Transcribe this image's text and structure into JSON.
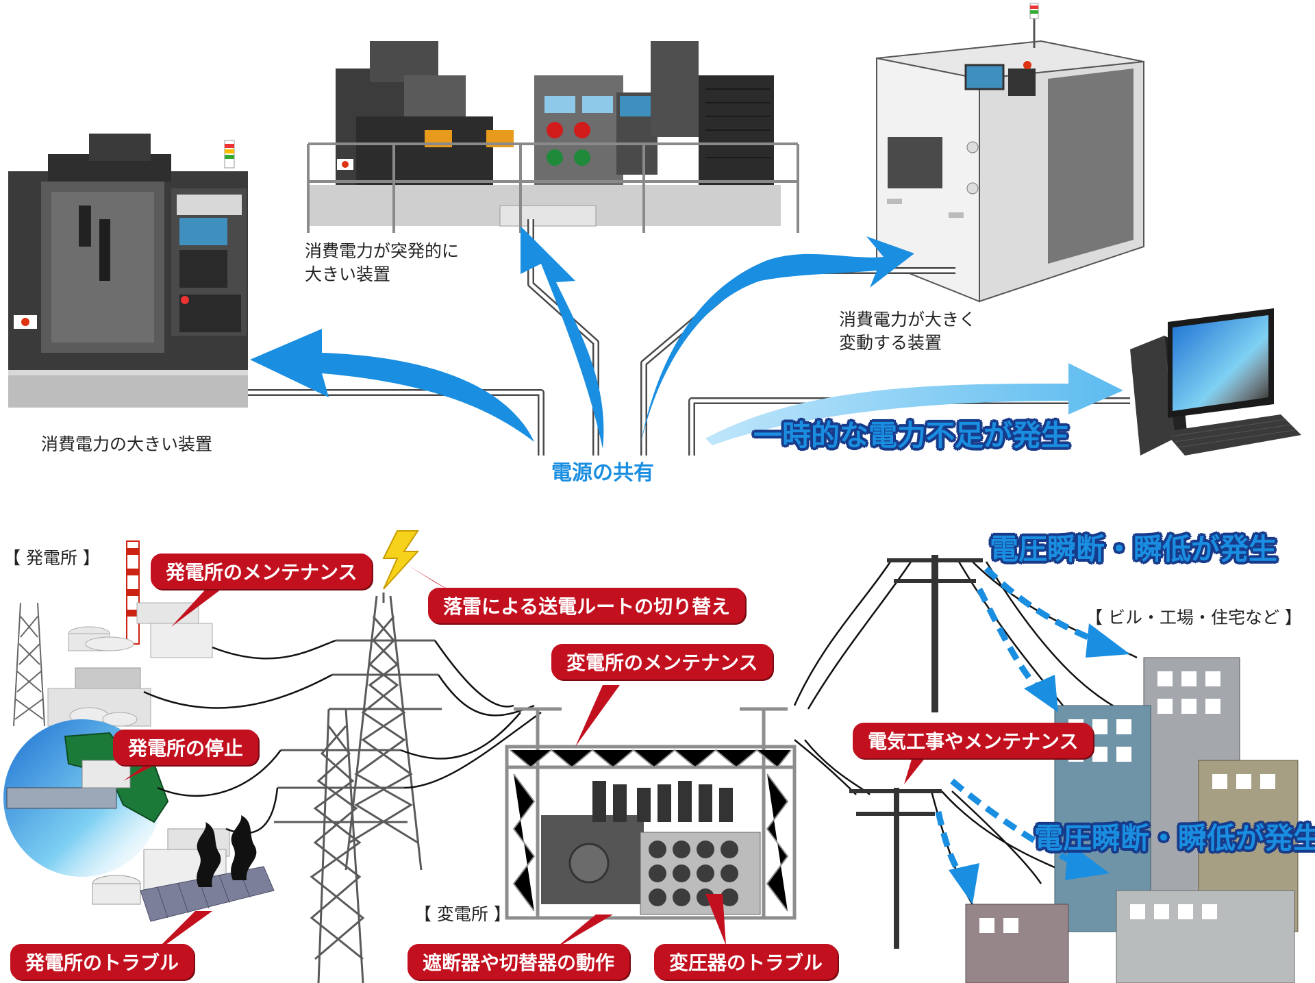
{
  "top": {
    "machine_left_label": "消費電力の大きい装置",
    "machine_mid_label_1": "消費電力が突発的に",
    "machine_mid_label_2": "大きい装置",
    "machine_right_label_1": "消費電力が大きく",
    "machine_right_label_2": "変動する装置",
    "shared_power": "電源の共有",
    "shortage": "一時的な電力不足が発生"
  },
  "bottom": {
    "power_plant_label": "【 発電所 】",
    "substation_label": "【 変電所 】",
    "buildings_label": "【 ビル・工場・住宅など 】",
    "callouts": {
      "plant_maintenance": "発電所のメンテナンス",
      "lightning": "落雷による送電ルートの切り替え",
      "substation_maintenance": "変電所のメンテナンス",
      "plant_stop": "発電所の停止",
      "electrical_work": "電気工事やメンテナンス",
      "plant_trouble": "発電所のトラブル",
      "breaker_operation": "遮断器や切替器の動作",
      "transformer_trouble": "変圧器のトラブル"
    },
    "voltage_sag_1": "電圧瞬断・瞬低が発生",
    "voltage_sag_2": "電圧瞬断・瞬低が発生"
  },
  "colors": {
    "accent_blue": "#1a8ee0",
    "callout_red": "#c3101f",
    "outline_navy": "#173a8a"
  }
}
